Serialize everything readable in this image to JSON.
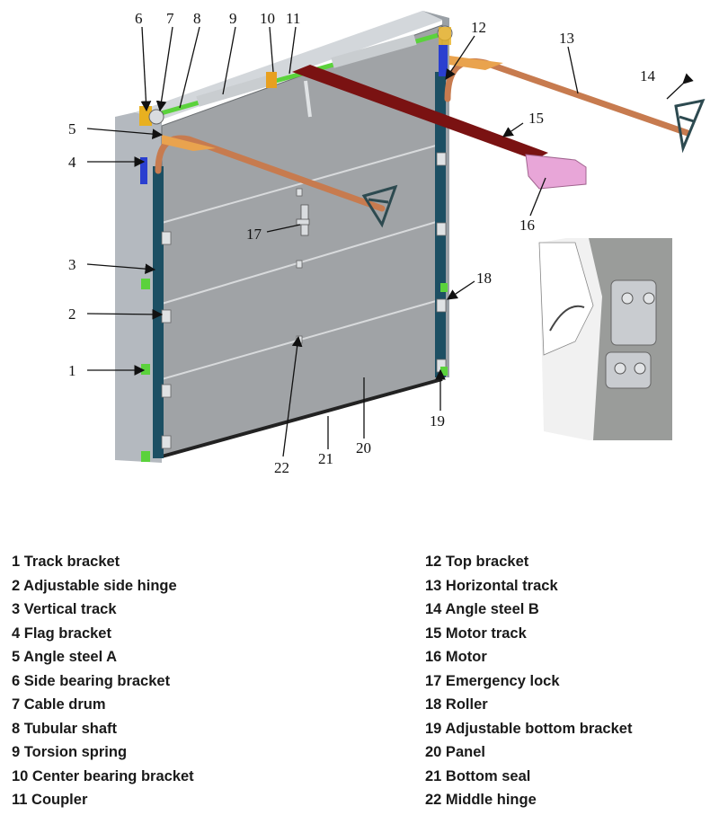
{
  "callout_numbers": [
    "1",
    "2",
    "3",
    "4",
    "5",
    "6",
    "7",
    "8",
    "9",
    "10",
    "11",
    "12",
    "13",
    "14",
    "15",
    "16",
    "17",
    "18",
    "19",
    "20",
    "21",
    "22"
  ],
  "legend": {
    "left": [
      "1 Track bracket",
      "2 Adjustable side hinge",
      "3 Vertical track",
      "4 Flag bracket",
      "5 Angle steel A",
      "6 Side bearing bracket",
      "7 Cable drum",
      "8 Tubular shaft",
      "9 Torsion spring",
      "10 Center bearing bracket",
      "11 Coupler"
    ],
    "right": [
      "12 Top bracket",
      "13 Horizontal track",
      "14 Angle steel B",
      "15 Motor track",
      "16 Motor",
      "17 Emergency lock",
      "18 Roller",
      "19 Adjustable bottom bracket",
      "20 Panel",
      "21 Bottom seal",
      "22 Middle hinge"
    ]
  },
  "colors": {
    "wall": "#b9bec4",
    "panel": "#9ea1a3",
    "track": "#1c4f63",
    "horizontal_track": "#c77b4f",
    "motor_track": "#7a1212",
    "motor": "#e8a6d8",
    "shaft": "#5bd23c",
    "bracket": "#e8b020"
  }
}
